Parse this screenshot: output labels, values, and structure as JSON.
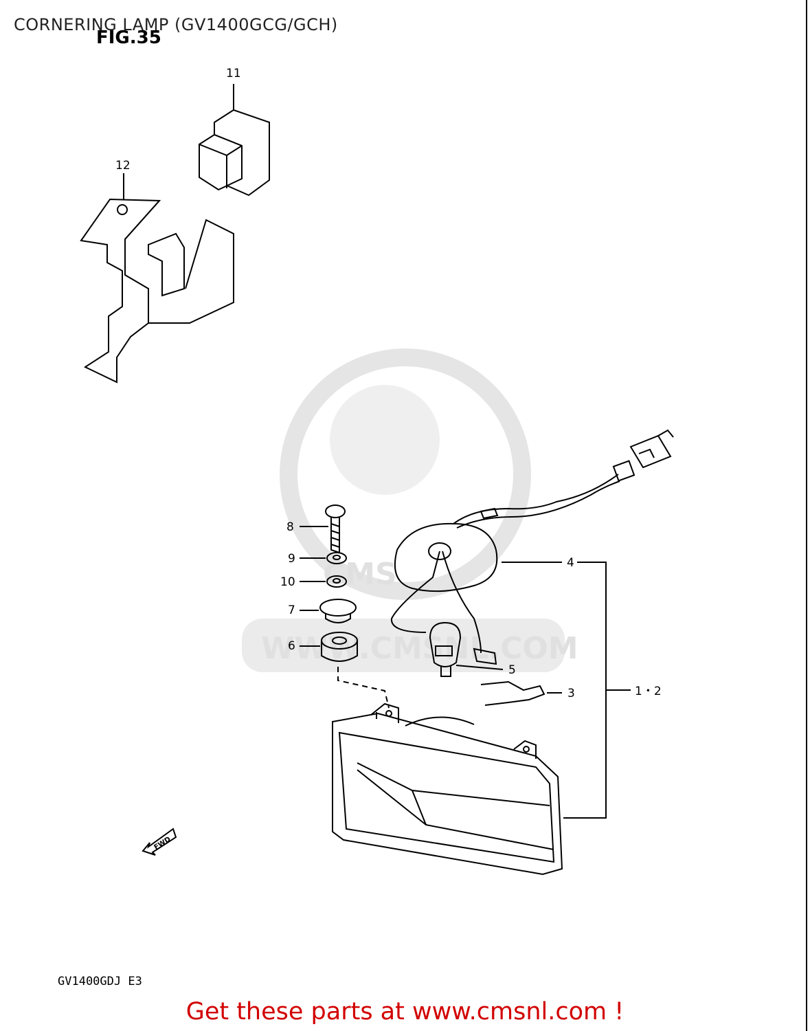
{
  "header": {
    "title": "CORNERING LAMP (GV1400GCG/GCH)",
    "figure": "FIG.35"
  },
  "callouts": {
    "c11": "11",
    "c12": "12",
    "c8": "8",
    "c9": "9",
    "c10": "10",
    "c7": "7",
    "c6": "6",
    "c4": "4",
    "c5": "5",
    "c3": "3",
    "c12b": "1・2"
  },
  "fwd_label": "FWD",
  "watermark": {
    "text": "WWW.CMSNL.COM",
    "logo": "CMS"
  },
  "footer": {
    "model": "GV1400GDJ E3",
    "cta": "Get these parts at www.cmsnl.com !"
  },
  "colors": {
    "cta": "#d20000",
    "watermark": "#c8c8c8",
    "line": "#000000"
  }
}
